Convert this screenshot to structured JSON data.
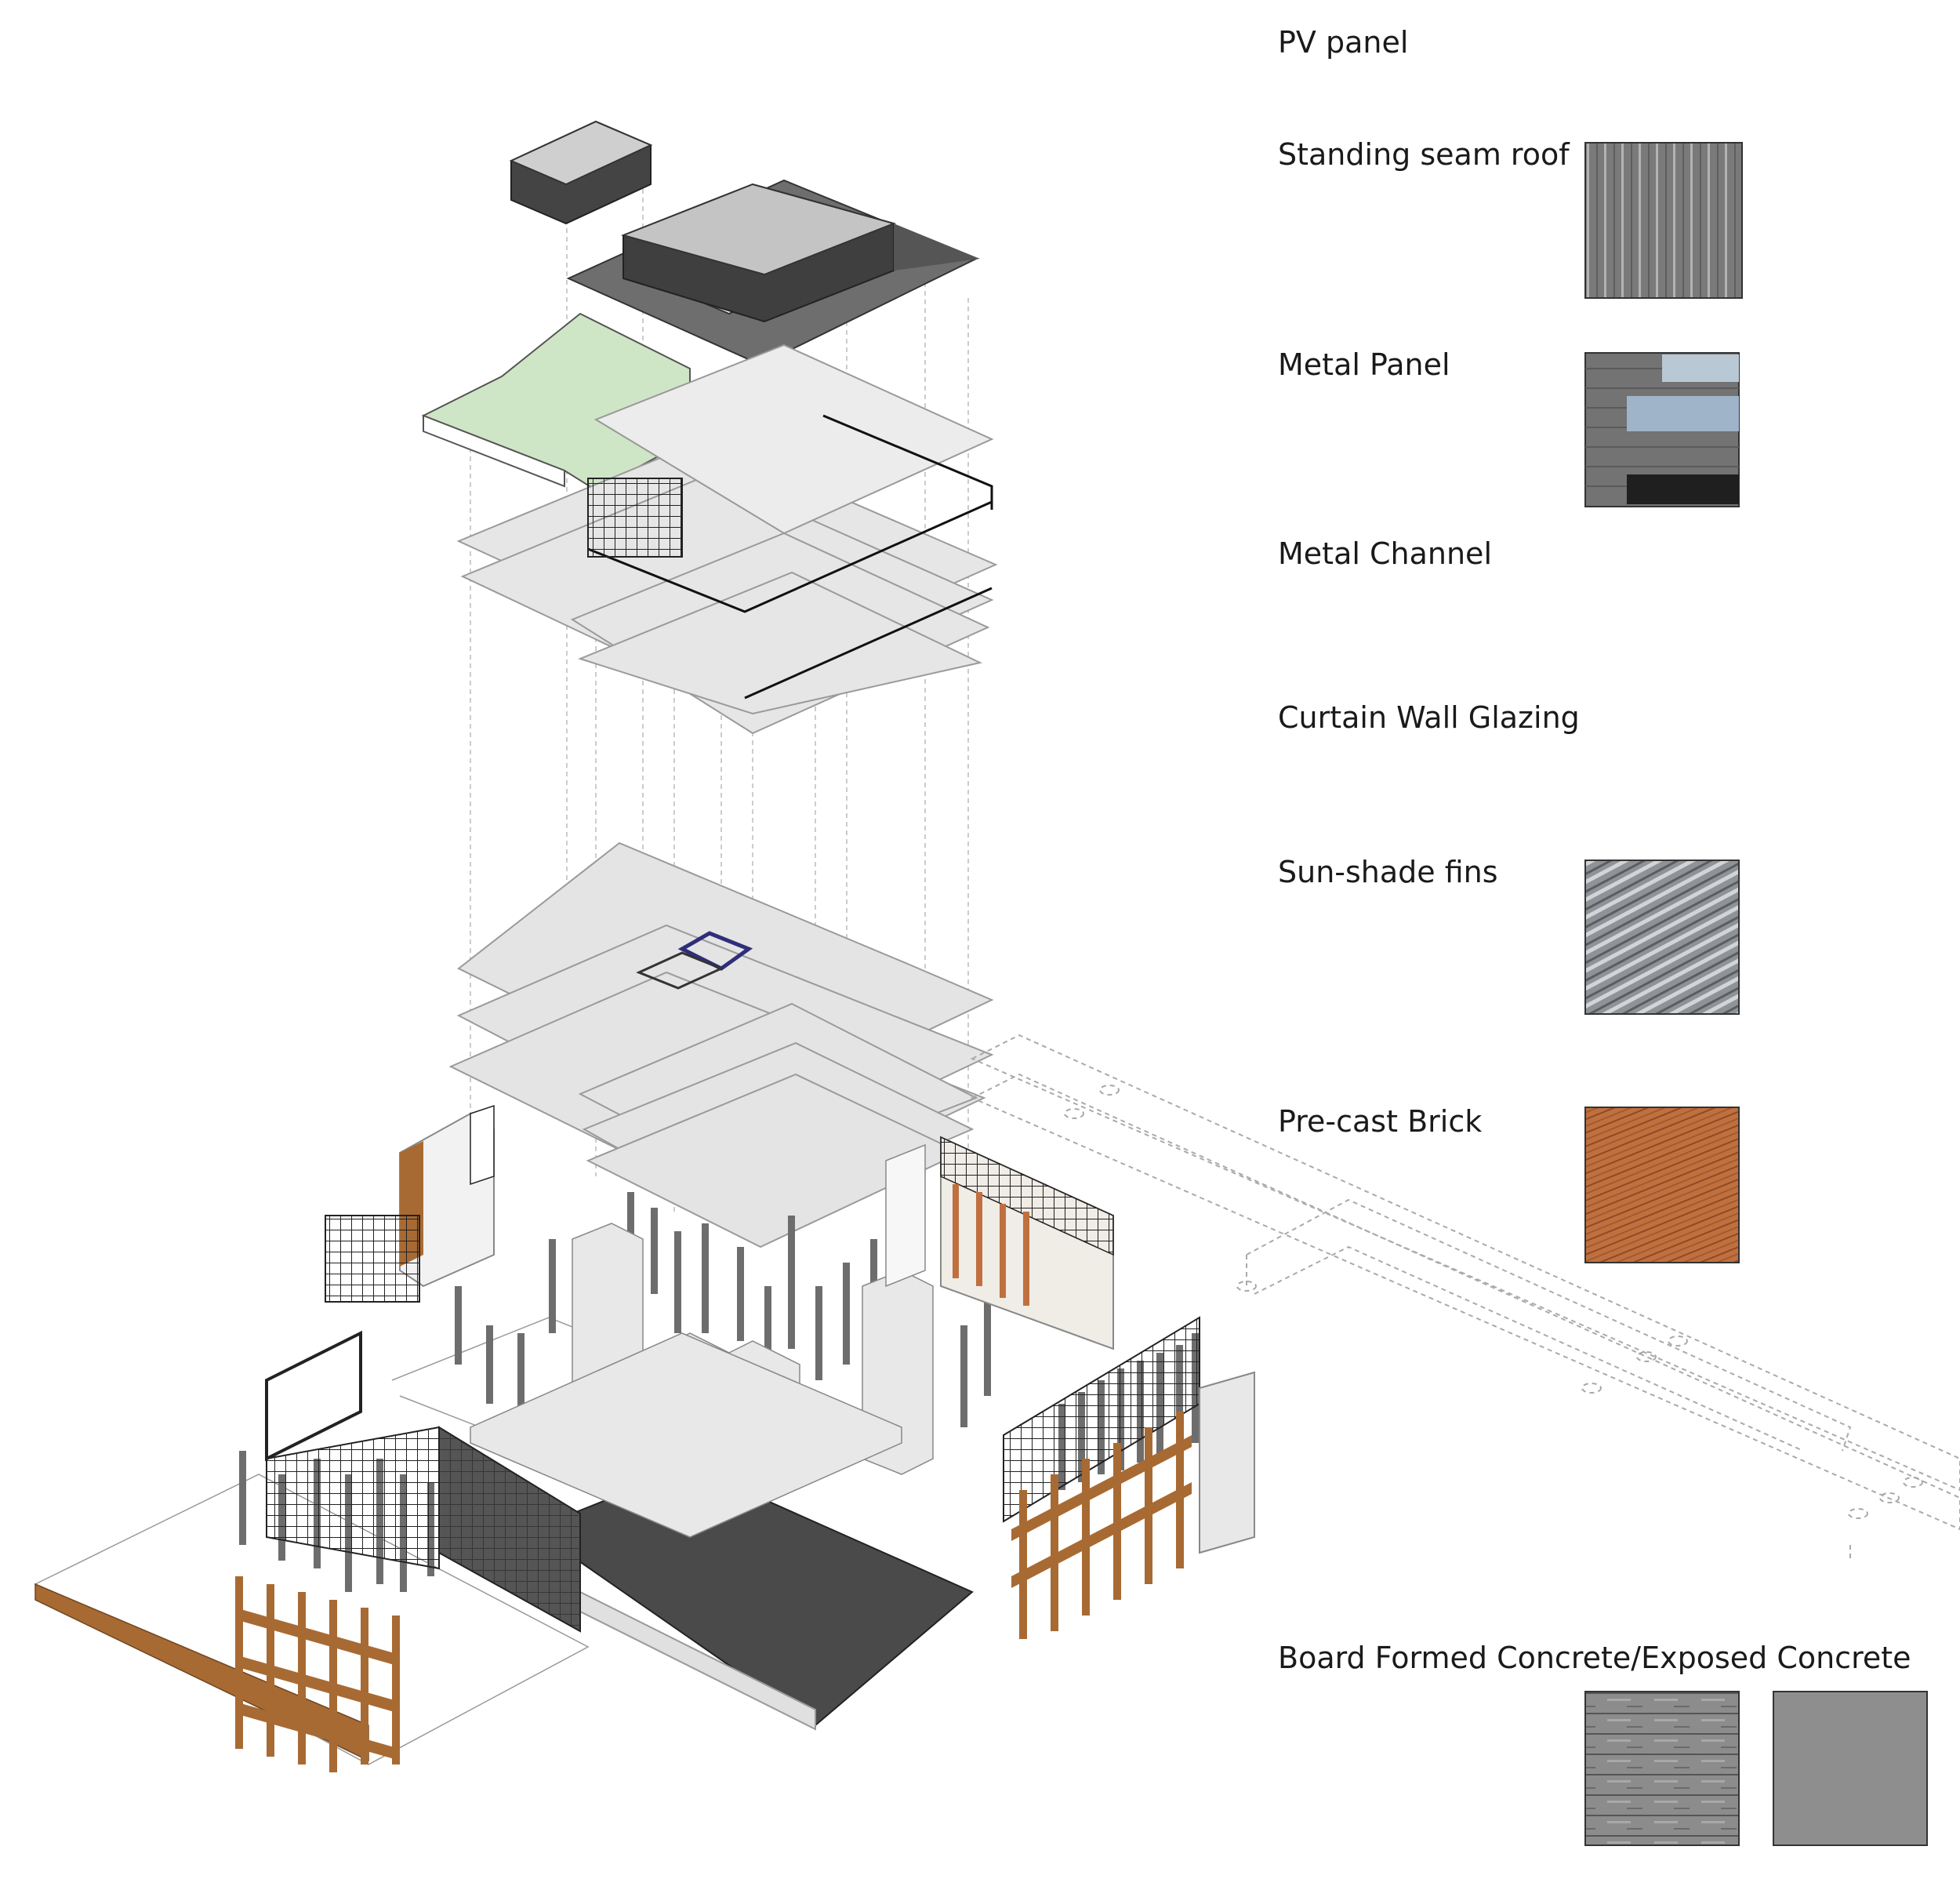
{
  "legend": {
    "items": [
      {
        "label": "PV panel"
      },
      {
        "label": "Standing seam roof"
      },
      {
        "label": "Metal Panel"
      },
      {
        "label": "Metal Channel"
      },
      {
        "label": "Curtain Wall Glazing"
      },
      {
        "label": "Sun-shade fins"
      },
      {
        "label": "Pre-cast Brick"
      },
      {
        "label": "Board Formed Concrete/Exposed Concrete"
      }
    ]
  },
  "colors": {
    "slab": "#e3e3e3",
    "slab_edge": "#9a9a9a",
    "roof_dark": "#6b6b6b",
    "roof_light": "#bdbdbd",
    "green_roof": "#cfe6c6",
    "brick": "#c0703f",
    "wood": "#a86a33",
    "ground_dark": "#4a4a4a",
    "column": "#6d6d6d",
    "stair_blue": "#2e2e7a",
    "metal_panel": "#6e6e6e",
    "concrete": "#8a8a8a"
  }
}
